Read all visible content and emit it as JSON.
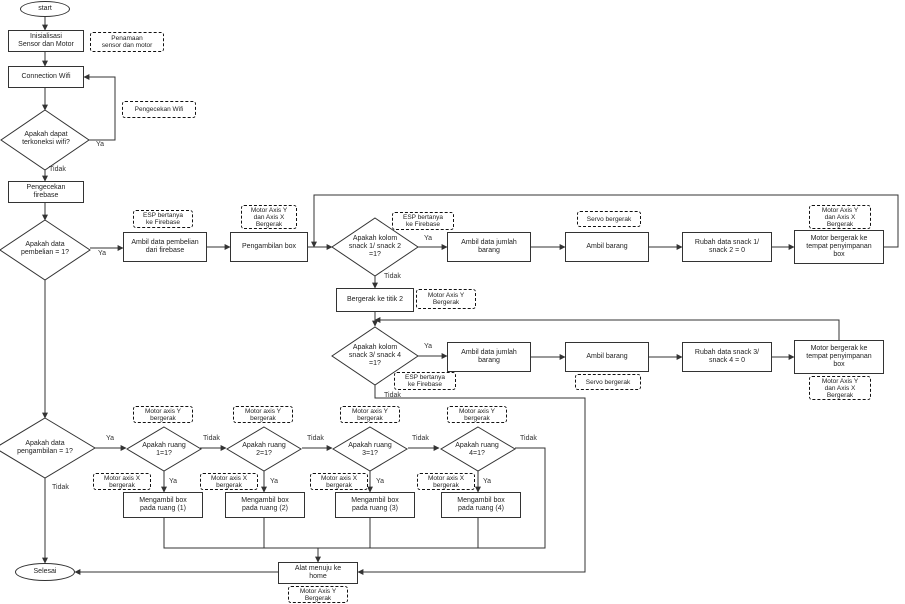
{
  "diagram": {
    "start": "start",
    "init": "Inisialisasi\nSensor dan Motor",
    "note_init": "Penamaan\nsensor dan motor",
    "wifi": "Connection Wifi",
    "note_wifi": "Pengecekan Wifi",
    "dec_wifi": "Apakah dapat\nterkoneksi wifi?",
    "cek_fb": "Pengecekan\nfirebase",
    "dec_beli": "Apakah data\npembelian = 1?",
    "ambil_beli": "Ambil data pembelian\ndari firebase",
    "note_esp1": "ESP bertanya\nke Firebase",
    "ambil_box": "Pengambilan box",
    "note_motor_yx1": "Motor Axis Y\ndan Axis X\nBergerak",
    "dec_k12": "Apakah kolom\nsnack 1/ snack 2\n=1?",
    "note_esp2": "ESP bertanya\nke Firebase",
    "jml1": "Ambil data jumlah\nbarang",
    "ambil_brg1": "Ambil barang",
    "note_servo1": "Servo bergerak",
    "ubah12": "Rubah data snack 1/\nsnack 2 = 0",
    "ke_simpan1": "Motor bergerak ke\ntempat penyimpanan\nbox",
    "note_motor_yx2": "Motor Axis Y\ndan Axis X\nBergerak",
    "titik2": "Bergerak ke titik 2",
    "note_axisy": "Motor Axis Y\nBergerak",
    "dec_k34": "Apakah kolom\nsnack 3/ snack 4\n=1?",
    "note_esp3": "ESP bertanya\nke Firebase",
    "jml2": "Ambil data jumlah\nbarang",
    "ambil_brg2": "Ambil barang",
    "note_servo2": "Servo bergerak",
    "ubah34": "Rubah data snack 3/\nsnack 4 = 0",
    "ke_simpan2": "Motor bergerak ke\ntempat penyimpanan\nbox",
    "note_motor_yx3": "Motor Axis Y\ndan Axis X\nBergerak",
    "dec_ambil": "Apakah data\npengambilan = 1?",
    "note_my": "Motor axis Y\nbergerak",
    "note_mx": "Motor axis X\nbergerak",
    "dec_r1": "Apakah ruang\n1=1?",
    "dec_r2": "Apakah ruang\n2=1?",
    "dec_r3": "Apakah ruang\n3=1?",
    "dec_r4": "Apakah ruang\n4=1?",
    "box1": "Mengambil box\npada ruang (1)",
    "box2": "Mengambil box\npada ruang (2)",
    "box3": "Mengambil box\npada ruang (3)",
    "box4": "Mengambil box\npada ruang (4)",
    "home": "Alat menuju ke\nhome",
    "note_home": "Motor Axis Y\nBergerak",
    "selesai": "Selesai",
    "ya": "Ya",
    "tidak": "Tidak"
  }
}
